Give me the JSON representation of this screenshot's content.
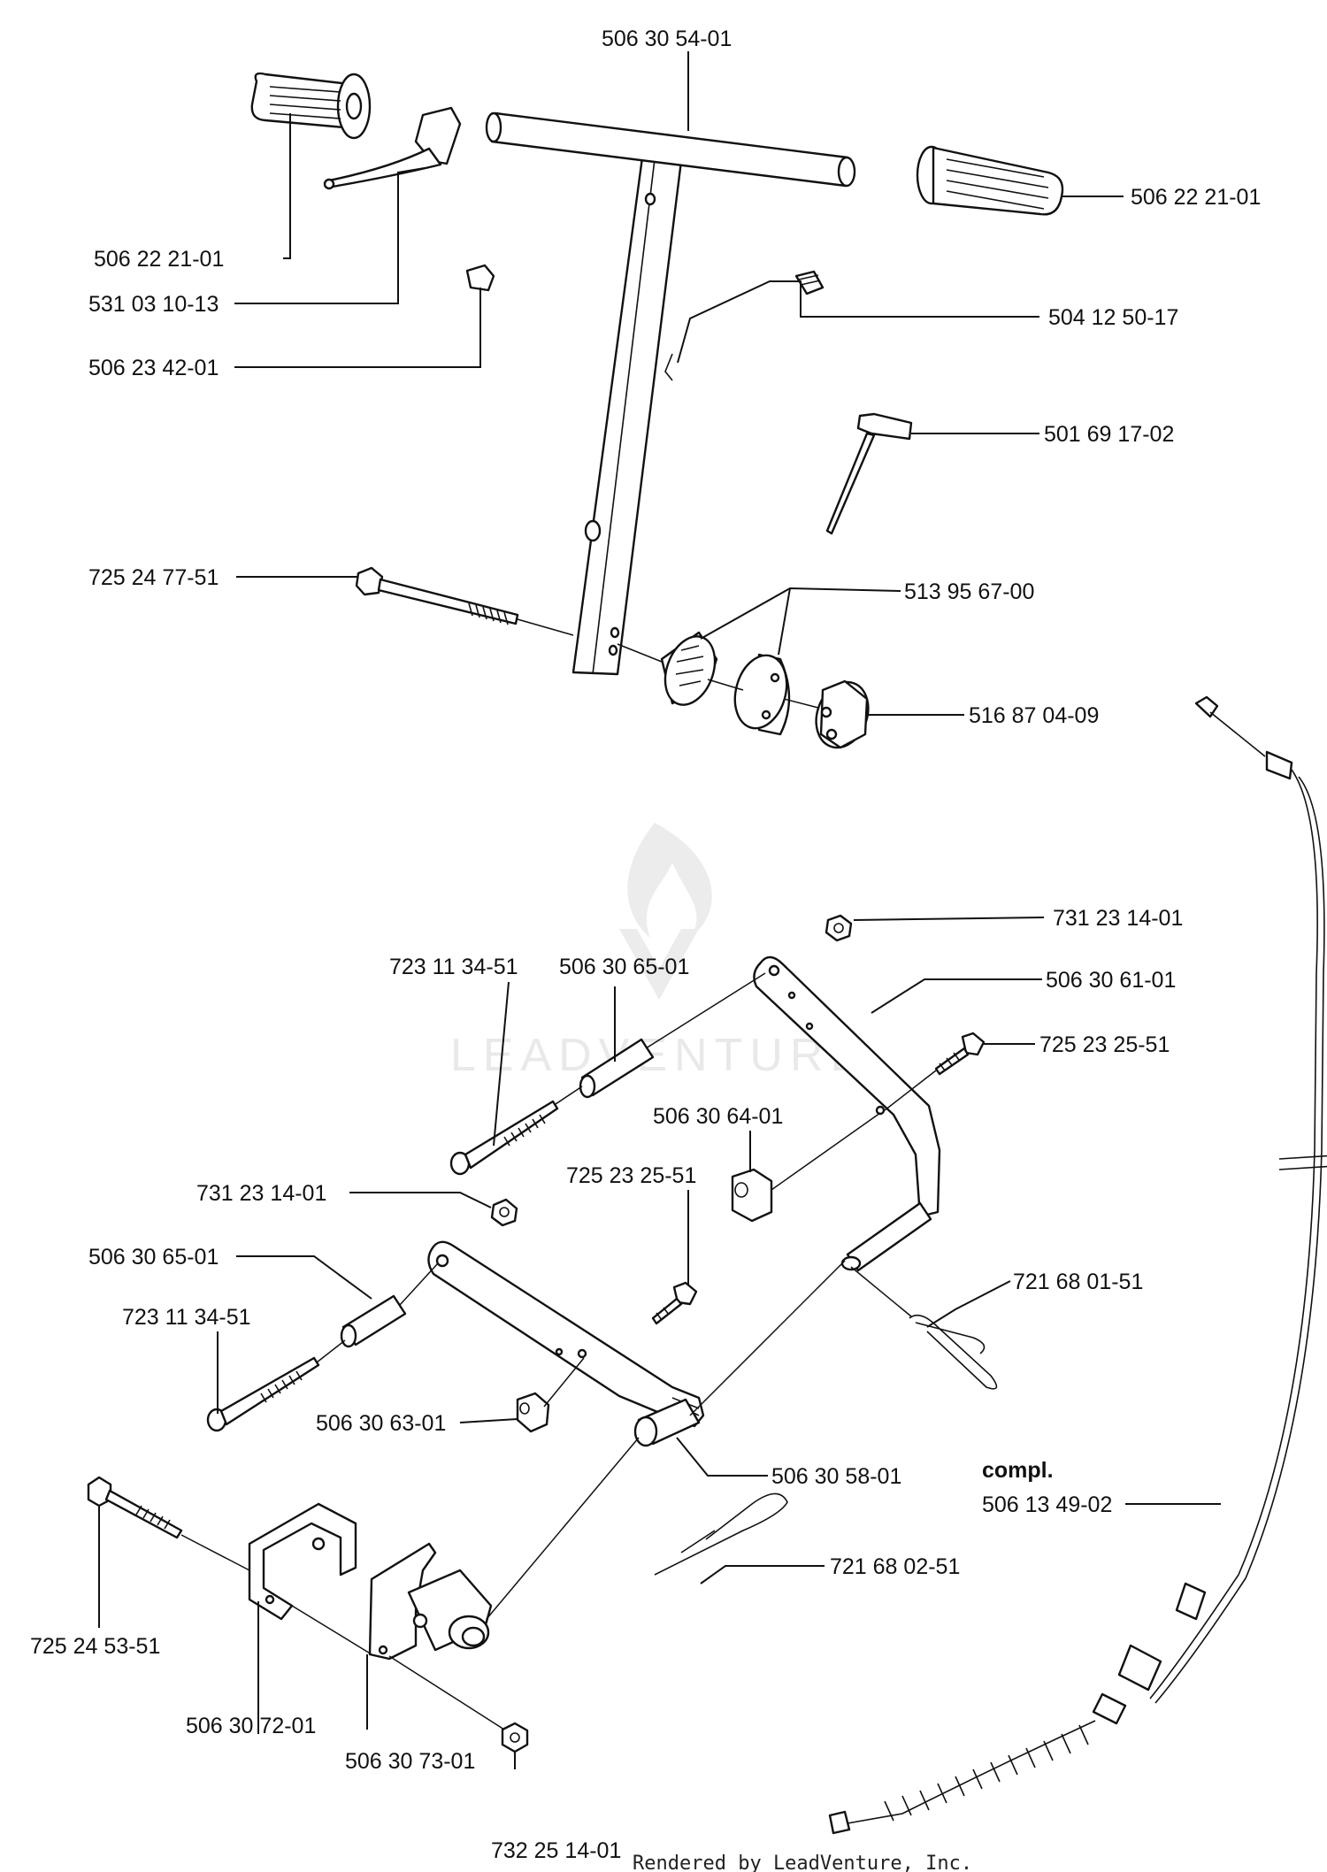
{
  "watermark": "LEADVENTURE",
  "footer": "Rendered by LeadVenture, Inc.",
  "labels": {
    "l_506305401": "506 30 54-01",
    "l_506222101_r": "506 22 21-01",
    "l_506222101_l": "506 22 21-01",
    "l_531031013": "531 03 10-13",
    "l_506234201": "506 23 42-01",
    "l_504125017": "504 12 50-17",
    "l_501691702": "501 69 17-02",
    "l_725247751": "725 24 77-51",
    "l_513956700": "513 95 67-00",
    "l_516870409": "516 87 04-09",
    "l_731231401_a": "731 23 14-01",
    "l_506306101": "506 30 61-01",
    "l_723113451_a": "723 11 34-51",
    "l_506306501_a": "506 30 65-01",
    "l_725232551_a": "725 23 25-51",
    "l_506306401": "506 30 64-01",
    "l_725232551_b": "725 23 25-51",
    "l_731231401_b": "731 23 14-01",
    "l_506306501_b": "506 30 65-01",
    "l_721680151": "721 68 01-51",
    "l_723113451_b": "723 11 34-51",
    "l_506306301": "506 30 63-01",
    "l_506305801": "506 30 58-01",
    "l_compl": "compl.",
    "l_506134902": "506 13 49-02",
    "l_721680251": "721 68 02-51",
    "l_725245351": "725 24 53-51",
    "l_506307201": "506 30 72-01",
    "l_506307301": "506 30 73-01",
    "l_732251401": "732 25 14-01"
  }
}
